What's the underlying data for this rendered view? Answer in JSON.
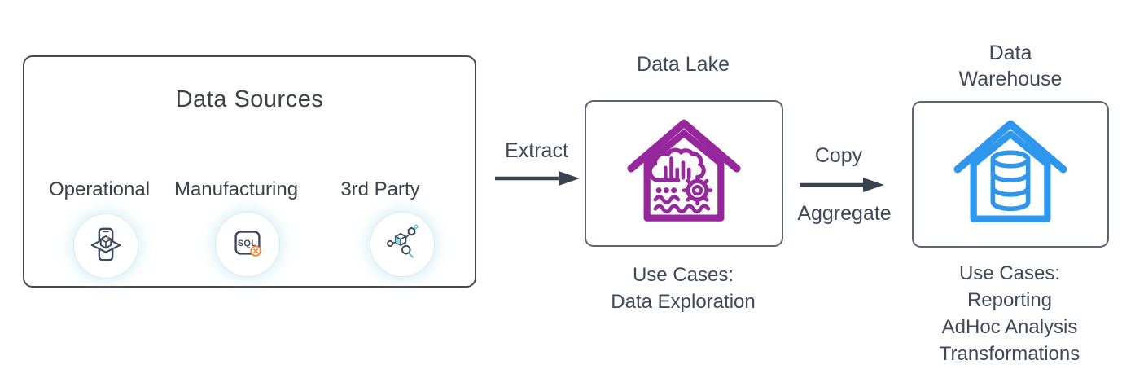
{
  "colors": {
    "left_text": "#3d4047",
    "slate_text": "#3e4a5a",
    "arrow": "#39434f",
    "lake_purple": "#96279c",
    "warehouse_blue": "#2e96ec",
    "icon_navy": "#3b4a5e",
    "accent_orange": "#f08a3c",
    "accent_teal": "#5ec1d4",
    "sources_border": "#45484d",
    "node_border": "#5b6470"
  },
  "data_sources": {
    "title": "Data Sources",
    "items": [
      {
        "label": "Operational",
        "icon": "mobile-ar-cube-icon"
      },
      {
        "label": "Manufacturing",
        "icon": "sql-database-icon"
      },
      {
        "label": "3rd Party",
        "icon": "network-cube-search-icon"
      }
    ]
  },
  "flow": {
    "extract_label": "Extract",
    "copy_label": "Copy",
    "aggregate_label": "Aggregate"
  },
  "data_lake": {
    "title": "Data Lake",
    "icon": "lake-house-icon",
    "use_cases_heading": "Use Cases:",
    "use_cases": [
      "Data Exploration"
    ]
  },
  "data_warehouse": {
    "title_line1": "Data",
    "title_line2": "Warehouse",
    "icon": "warehouse-database-icon",
    "use_cases_heading": "Use Cases:",
    "use_cases": [
      "Reporting",
      "AdHoc Analysis",
      "Transformations"
    ]
  }
}
